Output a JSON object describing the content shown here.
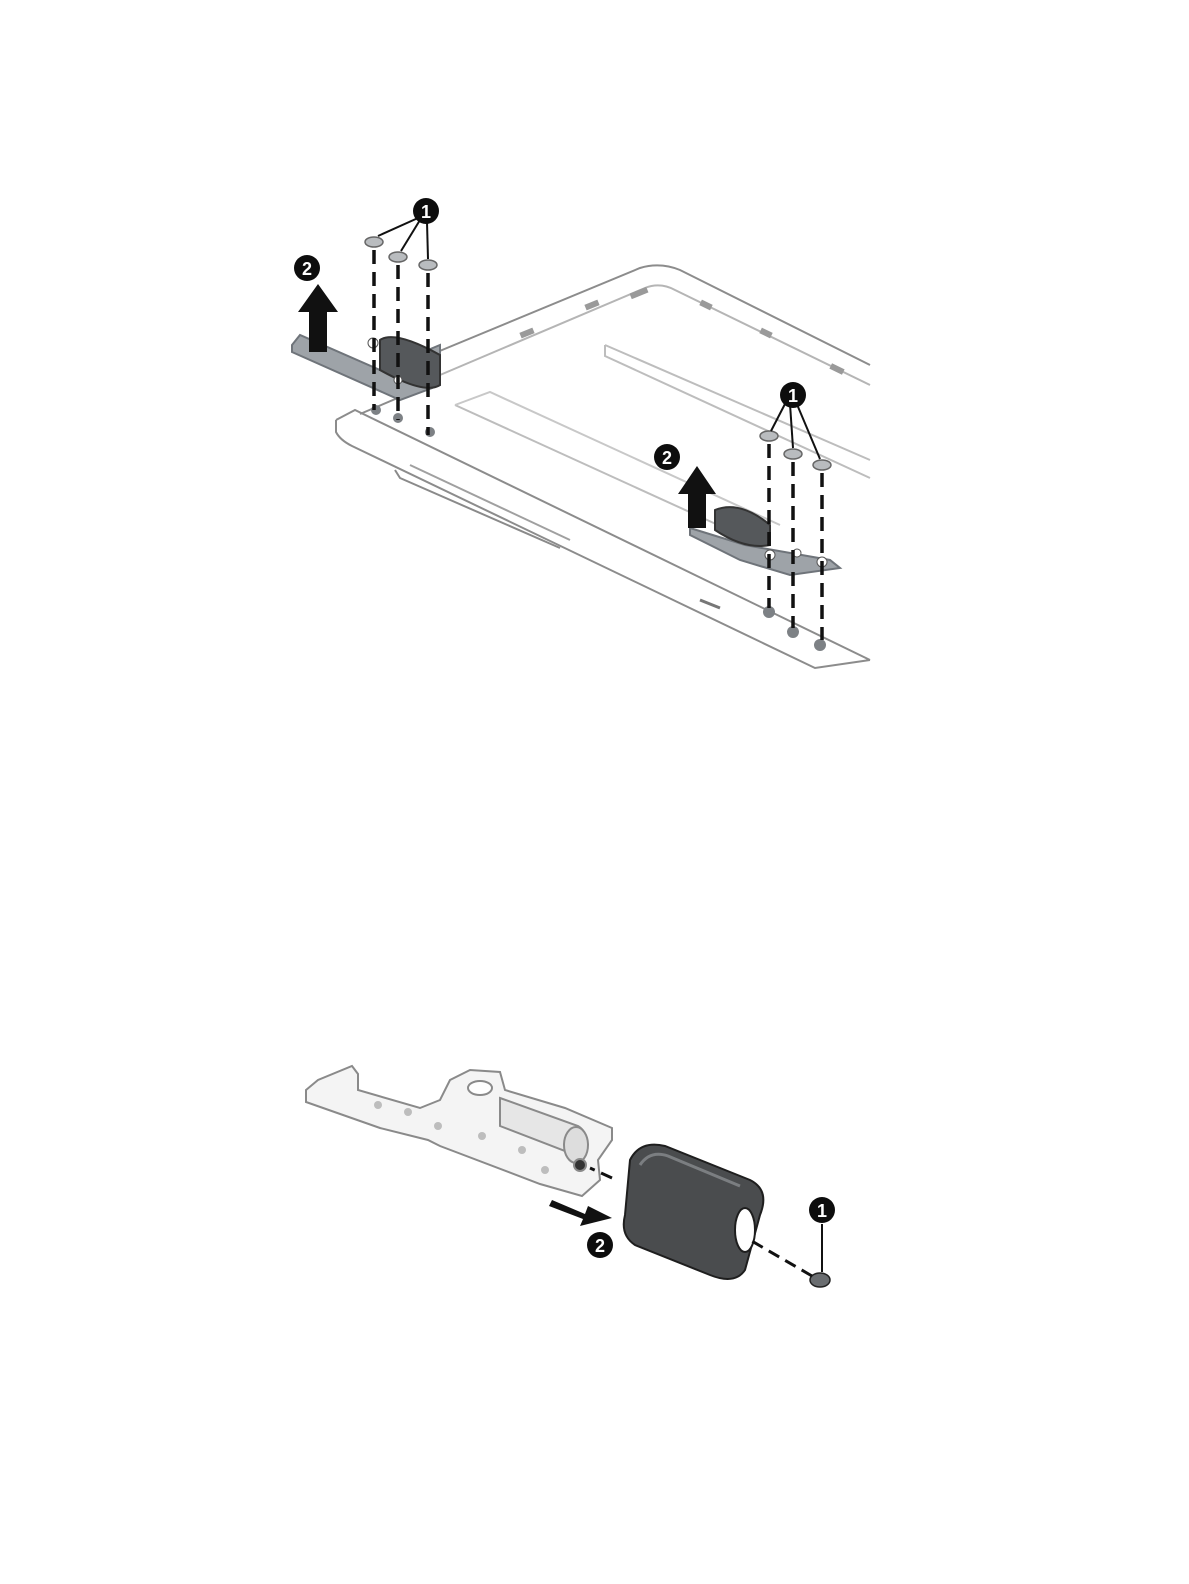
{
  "figure_1": {
    "callouts": [
      "1",
      "2",
      "1",
      "2"
    ]
  },
  "figure_2": {
    "callouts": [
      "1",
      "2"
    ]
  },
  "colors": {
    "callout_fill": "#0d0d0d",
    "callout_text": "#ffffff",
    "hinge_gray": "#8a8f94",
    "cover_dark": "#4a4c4e",
    "line": "#7a7a7a",
    "arrow": "#111111"
  }
}
